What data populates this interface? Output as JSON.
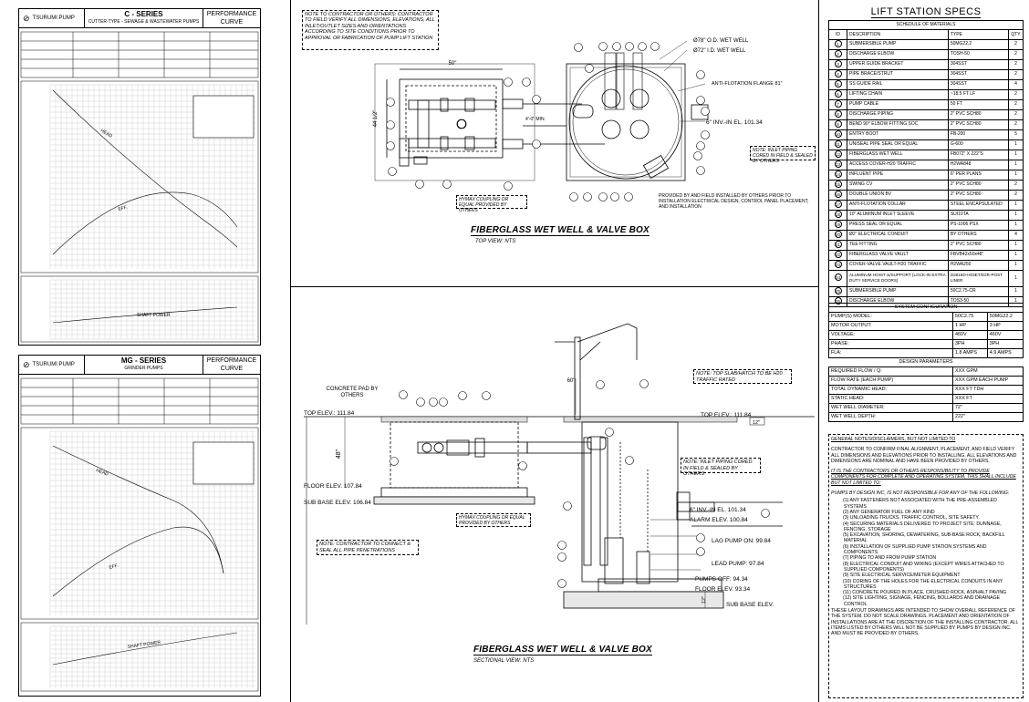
{
  "pump_sheet_1": {
    "brand": "TSURUMI PUMP",
    "series": "C - SERIES",
    "subtitle": "CUTTER-TYPE - SEWAGE & WASTEWATER PUMPS",
    "perf_line1": "PERFORMANCE",
    "perf_line2": "CURVE",
    "curve_label_1": "HEAD",
    "curve_label_2": "EFF.",
    "curve_label_3": "SHAFT POWER"
  },
  "pump_sheet_2": {
    "brand": "TSURUMI PUMP",
    "series": "MG - SERIES",
    "subtitle": "GRINDER PUMPS",
    "perf_line1": "PERFORMANCE",
    "perf_line2": "CURVE",
    "curve_label_1": "HEAD",
    "curve_label_2": "EFF.",
    "curve_label_3": "SHAFT POWER"
  },
  "top_view": {
    "note": "NOTE TO CONTRACTOR OR OTHERS: CONTRACTOR TO FIELD VERIFY ALL DIMENSIONS, ELEVATIONS, ALL INLET/OUTLET SIZES AND ORIENTATIONS ACCORDING TO SITE CONDITIONS PRIOR TO APPROVAL OR FABRICATION OF PUMP LIFT STATION",
    "dim_width": "50\"",
    "dim_height": "44 1/2\"",
    "dim_min": "4'-0\" MIN.",
    "od_label": "Ø78\" O.D. WET WELL",
    "id_label": "Ø72\" I.D. WET WELL",
    "flange_label": "ANTI-FLOTATION FLANGE 81\"",
    "inv_label": "6\" INV.-IN EL. 101.34",
    "inlet_note": "NOTE: INLET PIPING CORED IN FIELD & SEALED BY OTHERS",
    "hymax_note": "HYMAX COUPLING OR EQUAL PROVIDED BY OTHERS",
    "provided_note": "PROVIDED BY AND FIELD INSTALLED BY OTHERS PRIOR TO INSTALLATION ELECTRICAL DESIGN, CONTROL PANEL PLACEMENT, AND INSTALLATION",
    "title": "FIBERGLASS WET WELL & VALVE BOX",
    "subtitle": "TOP VIEW: NTS"
  },
  "section_view": {
    "concrete_pad": "CONCRETE PAD BY OTHERS",
    "top_elev_left": "TOP ELEV.: 111.84",
    "dim_48": "48\"",
    "floor_elev_left": "FLOOR ELEV. 107.84",
    "sub_base_left": "SUB BASE ELEV. 106.84",
    "top_slab_note": "NOTE: TOP SLAB/HATCH TO BE H20 TRAFFIC RATED",
    "dim_60": "60\"",
    "top_elev_right": "TOP ELEV.: 111.84",
    "dim_12_top": "12\"",
    "inlet_note": "NOTE: INLET PIPING CORED IN FIELD & SEALED BY OTHERS",
    "hymax_note": "HYMAX COUPLING OR EQUAL PROVIDED BY OTHERS",
    "contractor_note": "NOTE: CONTRACTOR TO CONNECT & SEAL ALL PIPE PENETRATIONS",
    "inv_label": "6\" INV.-IN EL. 101.34",
    "alarm_label": "ALARM ELEV. 100.84",
    "lag_label": "LAG PUMP ON: 99.84",
    "lead_label": "LEAD PUMP: 97.84",
    "off_label": "PUMPS OFF: 94.34",
    "floor_label": "FLOOR ELEV. 93.34",
    "sub_base_right": "SUB BASE ELEV.",
    "dim_12_bottom": "12\"",
    "title": "FIBERGLASS WET WELL & VALVE BOX",
    "subtitle": "SECTIONAL VIEW: NTS"
  },
  "specs": {
    "title": "LIFT STATION SPECS",
    "schedule_title": "SCHEDULE OF MATERIALS",
    "headers": [
      "ID",
      "DESCRIPTION",
      "TYPE",
      "QTY"
    ],
    "materials": [
      {
        "id": "1",
        "desc": "SUBMERSIBLE PUMP",
        "type": "50MG22.2",
        "qty": "2"
      },
      {
        "id": "2",
        "desc": "DISCHARGE ELBOW",
        "type": "TOSH-50",
        "qty": "2"
      },
      {
        "id": "3",
        "desc": "UPPER GUIDE BRACKET",
        "type": "304SST",
        "qty": "2"
      },
      {
        "id": "4",
        "desc": "PIPE BRACE/STRUT",
        "type": "304SST",
        "qty": "2"
      },
      {
        "id": "5",
        "desc": "SS GUIDE RAIL",
        "type": "304SST",
        "qty": "4"
      },
      {
        "id": "6",
        "desc": "LIFTING CHAIN",
        "type": "~18.5 FT LF",
        "qty": "2"
      },
      {
        "id": "7",
        "desc": "PUMP CABLE",
        "type": "50 FT",
        "qty": "2"
      },
      {
        "id": "8",
        "desc": "DISCHARGE PIPING",
        "type": "2\" PVC SCH80",
        "qty": "2"
      },
      {
        "id": "9",
        "desc": "BEND 90° ELBOW FITTING SOC",
        "type": "2\" PVC SCH80",
        "qty": "2"
      },
      {
        "id": "10",
        "desc": "ENTRY BOOT",
        "type": "FB-200",
        "qty": "5"
      },
      {
        "id": "11",
        "desc": "UNISEAL PIPE SEAL OR EQUAL",
        "type": "G-600",
        "qty": "1"
      },
      {
        "id": "12",
        "desc": "FIBERGLASS WET WELL",
        "type": "FB072\" X 222\"S",
        "qty": "1"
      },
      {
        "id": "13",
        "desc": "ACCESS COVER-H20 TRAFFIC",
        "type": "H2WA848",
        "qty": "1"
      },
      {
        "id": "14",
        "desc": "INFLUENT PIPE",
        "type": "6\" PER PLANS",
        "qty": "1"
      },
      {
        "id": "15",
        "desc": "SWING CV",
        "type": "2\" PVC SCH80",
        "qty": "2"
      },
      {
        "id": "16",
        "desc": "DOUBLE UNION BV",
        "type": "2\" PVC SCH80",
        "qty": "2"
      },
      {
        "id": "17",
        "desc": "ANTI-FLOTATION COLLAR",
        "type": "STEEL ENCAPSULATED",
        "qty": "1"
      },
      {
        "id": "18",
        "desc": "10\" ALUMINUM INLET SLEEVE",
        "type": "SUI10TA",
        "qty": "1"
      },
      {
        "id": "19",
        "desc": "PRESS SEAL OR EQUAL",
        "type": "PS-1006 PSX",
        "qty": "1"
      },
      {
        "id": "20",
        "desc": "Ø2\" ELECTRICAL CONDUIT",
        "type": "BY OTHERS",
        "qty": "4"
      },
      {
        "id": "21",
        "desc": "TEE FITTING",
        "type": "2\" PVC SCH80",
        "qty": "1"
      },
      {
        "id": "22",
        "desc": "FIBERGLASS VALVE VAULT",
        "type": "FBVB42x50x48\"",
        "qty": "1"
      },
      {
        "id": "23",
        "desc": "COVER-VALVE VAULT-H20 TRAFFIC",
        "type": "H2WA250",
        "qty": "1"
      },
      {
        "id": "24",
        "desc": "ALUMINUM HOIST w/SUPPORT (LOCK-IN EXTRA DUTY SERVICE DOORS)",
        "type": "D2816D-H03ET/D2R-POST LINER",
        "qty": "1"
      },
      {
        "id": "25",
        "desc": "SUBMERSIBLE PUMP",
        "type": "50C2.75-CR",
        "qty": "1"
      },
      {
        "id": "26",
        "desc": "DISCHARGE ELBOW",
        "type": "TOS3-50",
        "qty": "1"
      }
    ],
    "system_title": "SYSTEM CONFIGURATION",
    "system_rows": [
      {
        "label": "PUMP(S) MODEL:",
        "a": "50C2.75",
        "b": "50MG22.2"
      },
      {
        "label": "MOTOR OUTPUT:",
        "a": "1 HP",
        "b": "3 HP"
      },
      {
        "label": "VOLTAGE:",
        "a": "460V",
        "b": "460V"
      },
      {
        "label": "PHASE:",
        "a": "3PH",
        "b": "3PH"
      },
      {
        "label": "FLA:",
        "a": "1.8 AMPS",
        "b": "4.9 AMPS"
      }
    ],
    "design_title": "DESIGN PARAMETERS",
    "design_rows": [
      {
        "label": "REQUIRED FLOW / Q:",
        "value": "XXX GPM"
      },
      {
        "label": "FLOW RATE (EACH PUMP)",
        "value": "XXX GPM EACH PUMP"
      },
      {
        "label": "TOTAL DYNAMIC HEAD:",
        "value": "XXX FT TDH"
      },
      {
        "label": "STATIC HEAD:",
        "value": "XXX FT"
      },
      {
        "label": "WET WELL DIAMETER:",
        "value": "72\""
      },
      {
        "label": "WET WELL DEPTH:",
        "value": "222\""
      }
    ],
    "notes": {
      "head": "GENERAL NOTES/DISCLAIMERS, BUT NOT LIMITED TO",
      "p1": "CONTRACTOR TO CONFIRM FINAL ALIGNMENT, PLACEMENT, AND FIELD VERIFY ALL DIMENSIONS AND ELEVATIONS PRIOR TO INSTALLING. ALL ELEVATIONS AND DIMENSIONS ARE NOMINAL AND HAVE BEEN PROVIDED BY OTHERS.",
      "p2": "IT IS THE CONTRACTORS OR OTHERS RESPONSIBILITY TO PROVIDE COMPONENTS FOR COMPLETE AND OPERATING SYSTEM, THIS SHALL INCLUDE BUT NOT LIMITED TO:",
      "p3": "PUMPS BY DESIGN INC, IS NOT RESPONSIBLE FOR ANY OF THE FOLLOWING:",
      "items": [
        "(1) ANY FASTENERS NOT ASSOCIATED WITH THE PRE-ASSEMBLED SYSTEMS",
        "(2) ANY GENERATOR FUEL OF ANY KIND",
        "(3) UNLOADING TRUCKS, TRAFFIC CONTROL, SITE SAFETY",
        "(4) SECURING MATERIALS DELIVERED TO PROJECT SITE: DUNNAGE, FENCING, STORAGE",
        "(5) EXCAVATION, SHORING, DEWATERING, SUB-BASE ROCK, BACKFILL MATERIAL",
        "(6) INSTALLATION OF SUPPLIED PUMP STATION SYSTEMS AND COMPONENTS",
        "(7) PIPING TO AND FROM PUMP STATION",
        "(8) ELECTRICAL CONDUIT AND WIRING (EXCEPT WIRES ATTACHED TO SUPPLIED COMPONENTS)",
        "(9) SITE ELECTRICAL SERVICE/METER EQUIPMENT",
        "(10) CORING OF THE HOLES FOR THE ELECTRICAL CONDUITS IN ANY STRUCTURES",
        "(11) CONCRETE POURED IN PLACE, CRUSHED ROCK, ASPHALT PAVING",
        "(12) SITE LIGHTING, SIGNAGE, FENCING, BOLLARDS AND DRAINAGE CONTROL"
      ],
      "p4": "THESE LAYOUT DRAWINGS ARE INTENDED TO SHOW OVERALL REFERENCE OF THE SYSTEM. DO NOT SCALE DRAWINGS. PLACEMENT AND ORIENTATION OF INSTALLATIONS ARE AT THE DISCRETION OF THE INSTALLING CONTRACTOR. ALL ITEMS LISTED BY OTHERS WILL NOT BE SUPPLIED BY PUMPS BY DESIGN INC. AND MUST BE PROVIDED BY OTHERS."
    }
  }
}
